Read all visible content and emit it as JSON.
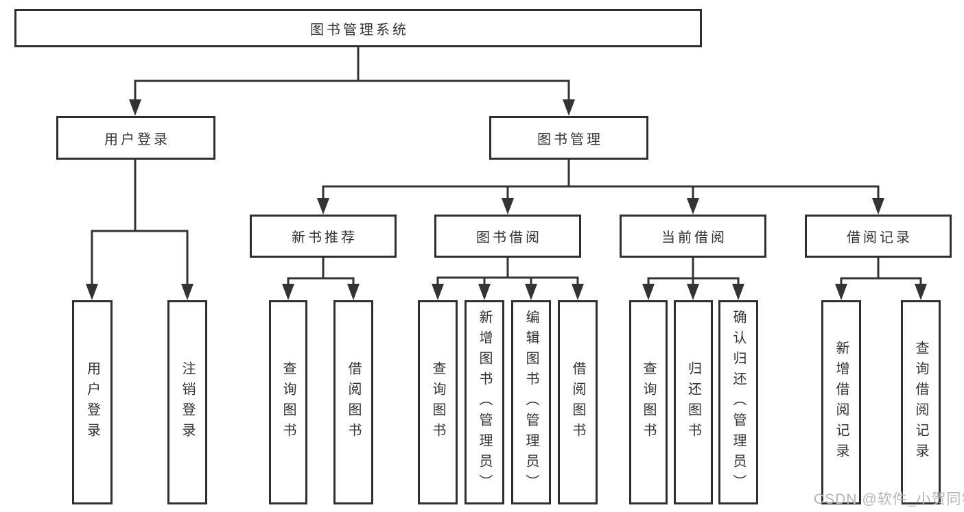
{
  "tree": {
    "root": {
      "label": "图书管理系统"
    },
    "branches": [
      {
        "label": "用户登录",
        "children": [
          "用户登录",
          "注销登录"
        ]
      },
      {
        "label": "图书管理",
        "sections": [
          {
            "label": "新书推荐",
            "children": [
              "查询图书",
              "借阅图书"
            ]
          },
          {
            "label": "图书借阅",
            "children": [
              "查询图书",
              "新增图书（管理员）",
              "编辑图书（管理员）",
              "借阅图书"
            ]
          },
          {
            "label": "当前借阅",
            "children": [
              "查询图书",
              "归还图书",
              "确认归还（管理员）"
            ]
          },
          {
            "label": "借阅记录",
            "children": [
              "新增借阅记录",
              "查询借阅记录"
            ]
          }
        ]
      }
    ]
  },
  "watermark": {
    "text": "CSDN @软件_小贺同学"
  },
  "colors": {
    "line": "#333333",
    "box_border": "#2f2f2f",
    "text": "#333333",
    "watermark": "#b6b6b6",
    "background": "#ffffff"
  }
}
